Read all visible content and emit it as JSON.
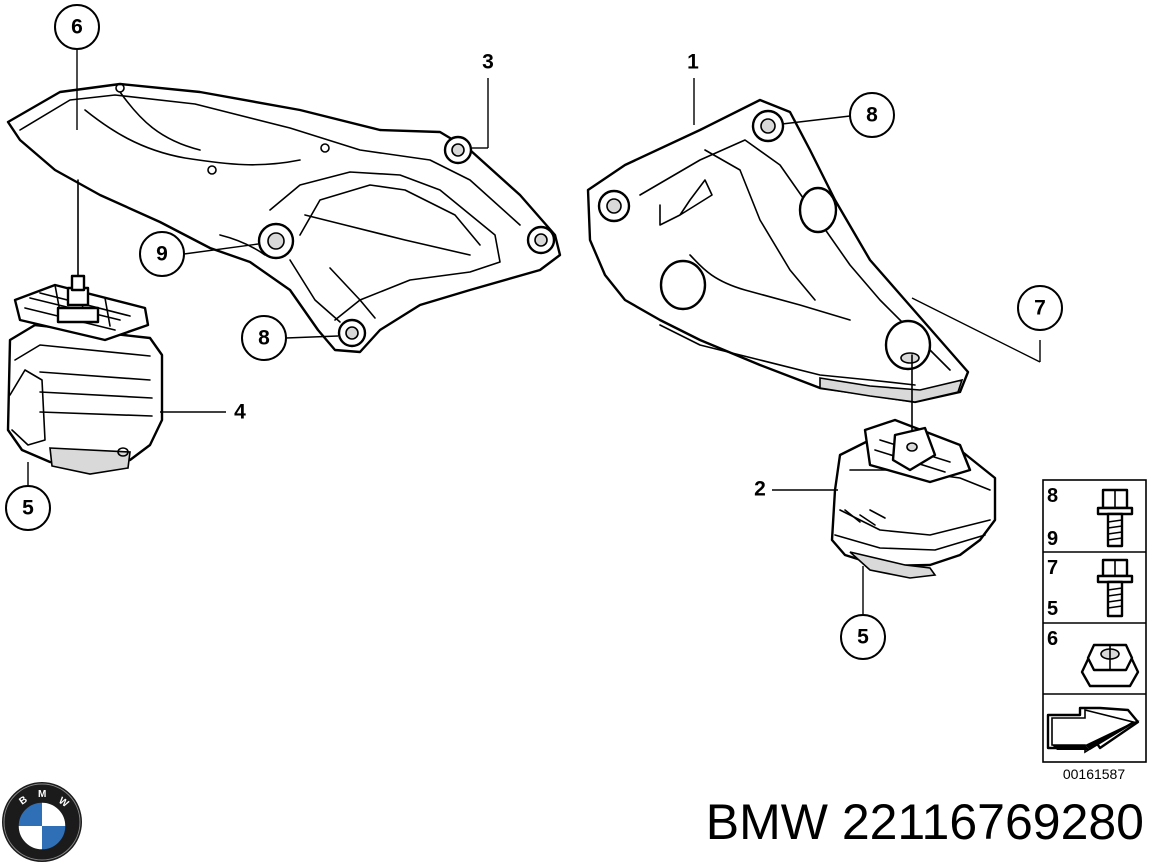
{
  "diagram": {
    "callouts": {
      "c1": "1",
      "c2": "2",
      "c3": "3",
      "c4": "4",
      "c5a": "5",
      "c5b": "5",
      "c6": "6",
      "c7": "7",
      "c8a": "8",
      "c8b": "8",
      "c9": "9"
    },
    "legend": {
      "r1a": "8",
      "r1b": "9",
      "r2a": "7",
      "r2b": "5",
      "r3a": "6"
    },
    "reference_code": "00161587"
  },
  "brand_logo": {
    "name": "bmw-logo",
    "letters": "BMW"
  },
  "footer": {
    "part_number": "BMW 22116769280"
  }
}
